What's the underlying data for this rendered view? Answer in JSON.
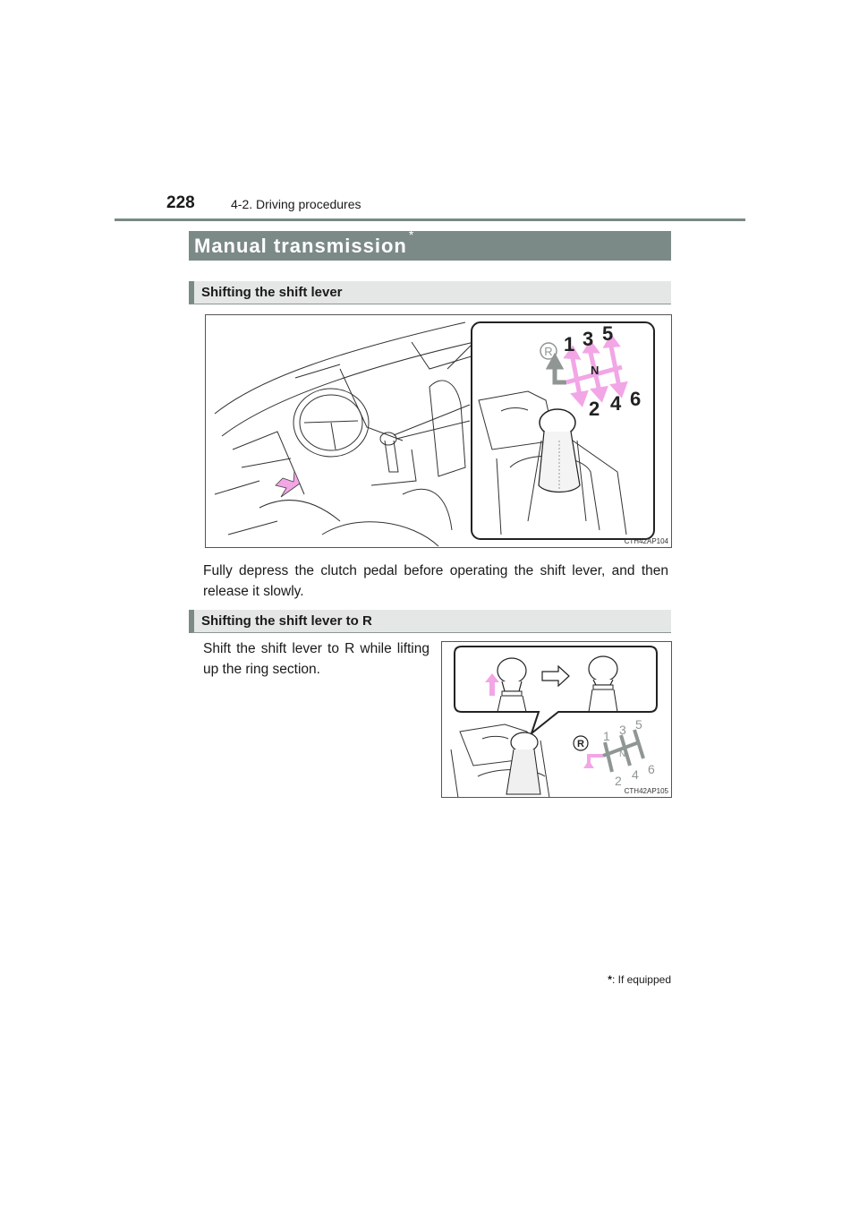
{
  "header": {
    "page_number": "228",
    "section": "4-2. Driving procedures"
  },
  "title": {
    "text": "Manual transmission",
    "star": "*"
  },
  "section1": {
    "heading": "Shifting the shift lever",
    "figure_code": "CTH42AP104",
    "gear_labels": [
      "R",
      "1",
      "3",
      "5",
      "N",
      "2",
      "4",
      "6"
    ],
    "body": "Fully depress the clutch pedal before operating the shift lever, and then release it slowly."
  },
  "section2": {
    "heading": "Shifting the shift lever to R",
    "body": "Shift the shift lever to R while lifting up the ring section.",
    "figure_code": "CTH42AP105",
    "gear_labels": [
      "R",
      "1",
      "3",
      "5",
      "N",
      "2",
      "4",
      "6"
    ]
  },
  "footnote": {
    "star": "*",
    "text": ": If equipped"
  },
  "colors": {
    "accent_pink": "#f2a6e6",
    "bar_gray": "#7c8a87",
    "sub_bar_bg": "#e5e7e6",
    "arrow_gray": "#8f9694"
  }
}
